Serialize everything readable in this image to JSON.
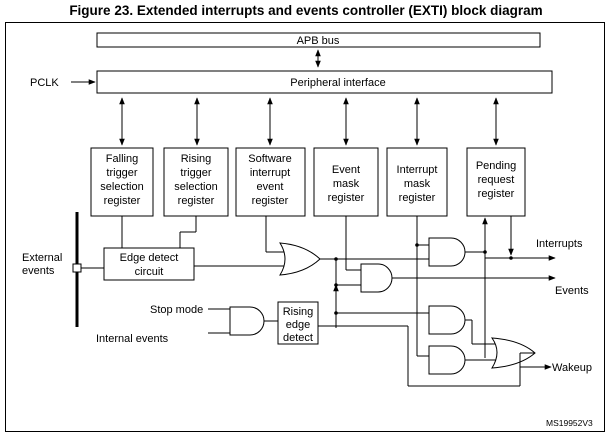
{
  "title": "Figure 23. Extended interrupts and events controller (EXTI) block diagram",
  "apb_bus": "APB bus",
  "pclk": "PCLK",
  "peripheral_interface": "Peripheral interface",
  "registers": [
    [
      "Falling",
      "trigger",
      "selection",
      "register"
    ],
    [
      "Rising",
      "trigger",
      "selection",
      "register"
    ],
    [
      "Software",
      "interrupt",
      "event",
      "register"
    ],
    [
      "Event",
      "mask",
      "register"
    ],
    [
      "Interrupt",
      "mask",
      "register"
    ],
    [
      "Pending",
      "request",
      "register"
    ]
  ],
  "external_events": [
    "External",
    "events"
  ],
  "edge_detect": [
    "Edge detect",
    "circuit"
  ],
  "stop_mode": "Stop mode",
  "internal_events": "Internal events",
  "rising_edge_detect": [
    "Rising",
    "edge",
    "detect"
  ],
  "outputs": {
    "interrupts": "Interrupts",
    "events": "Events",
    "wakeup": "Wakeup"
  },
  "doc_code": "MS19952V3"
}
